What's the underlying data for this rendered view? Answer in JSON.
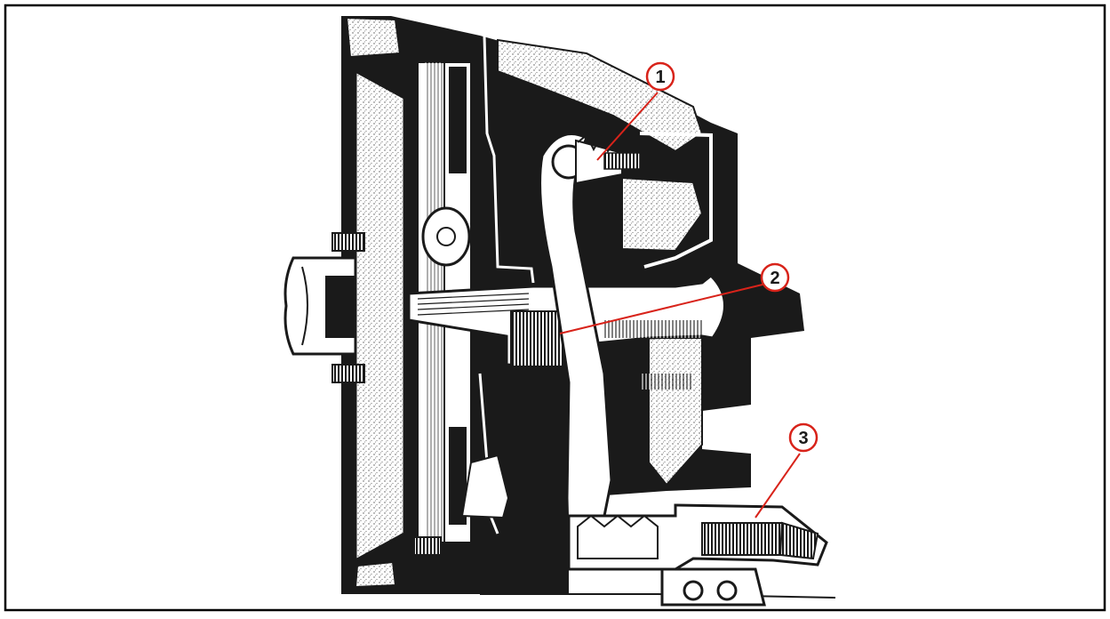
{
  "figure": {
    "subject": "clutch-assembly-cross-section",
    "frame_color": "#000000",
    "ink_color": "#1a1a1a",
    "callout_color": "#d8231a",
    "callouts": [
      {
        "number": "1"
      },
      {
        "number": "2"
      },
      {
        "number": "3"
      }
    ]
  }
}
